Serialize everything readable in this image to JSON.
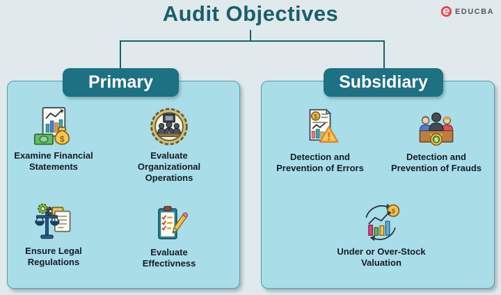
{
  "title": "Audit Objectives",
  "logo": {
    "brand": "EDUCBA",
    "icon": "educba-e-icon"
  },
  "colors": {
    "page_bg": "#e0e9ec",
    "panel_bg": "#a9dde7",
    "header_teal": "#1e7083",
    "title_color": "#1a5f6b",
    "label_color": "#141c28",
    "logo_red": "#e8434e"
  },
  "branches": [
    {
      "id": "primary",
      "label": "Primary",
      "items": [
        {
          "label": "Examine Financial Statements",
          "icon": "financial-statements-icon"
        },
        {
          "label": "Evaluate Organizational Operations",
          "icon": "organizational-operations-icon"
        },
        {
          "label": "Ensure Legal Regulations",
          "icon": "legal-regulations-icon"
        },
        {
          "label": "Evaluate Effectivness",
          "icon": "effectiveness-checklist-icon"
        }
      ]
    },
    {
      "id": "subsidiary",
      "label": "Subsidiary",
      "items": [
        {
          "label": "Detection and Prevention of Errors",
          "icon": "error-warning-document-icon"
        },
        {
          "label": "Detection and Prevention of Frauds",
          "icon": "fraud-people-money-icon"
        },
        {
          "label": "Under or Over-Stock Valuation",
          "icon": "stock-valuation-chart-icon"
        }
      ]
    }
  ]
}
